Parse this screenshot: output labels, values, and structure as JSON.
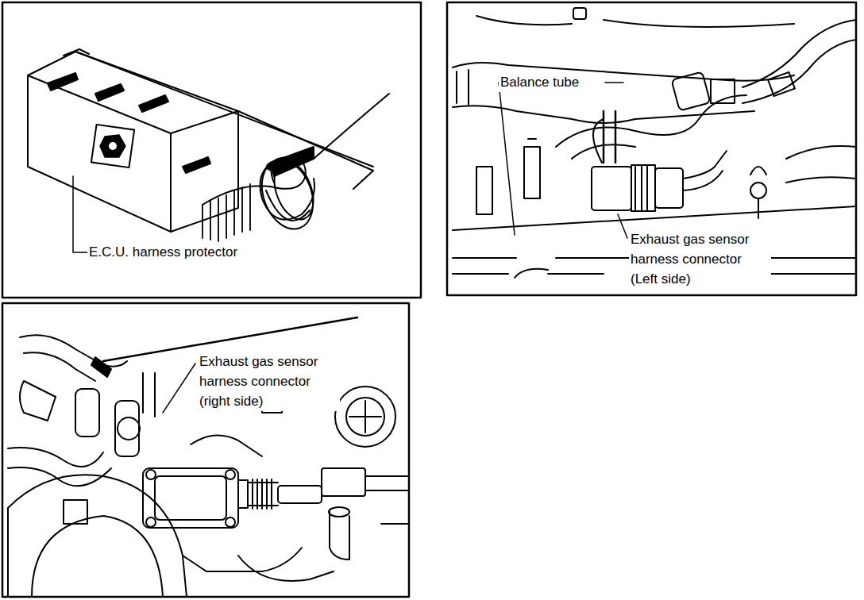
{
  "diagram": {
    "labels": [
      "E.C.U. harness protector",
      "Balance tube",
      "Exhaust gas sensor harness connector (Left side)",
      "Exhaust gas sensor harness connector (right side)"
    ]
  }
}
